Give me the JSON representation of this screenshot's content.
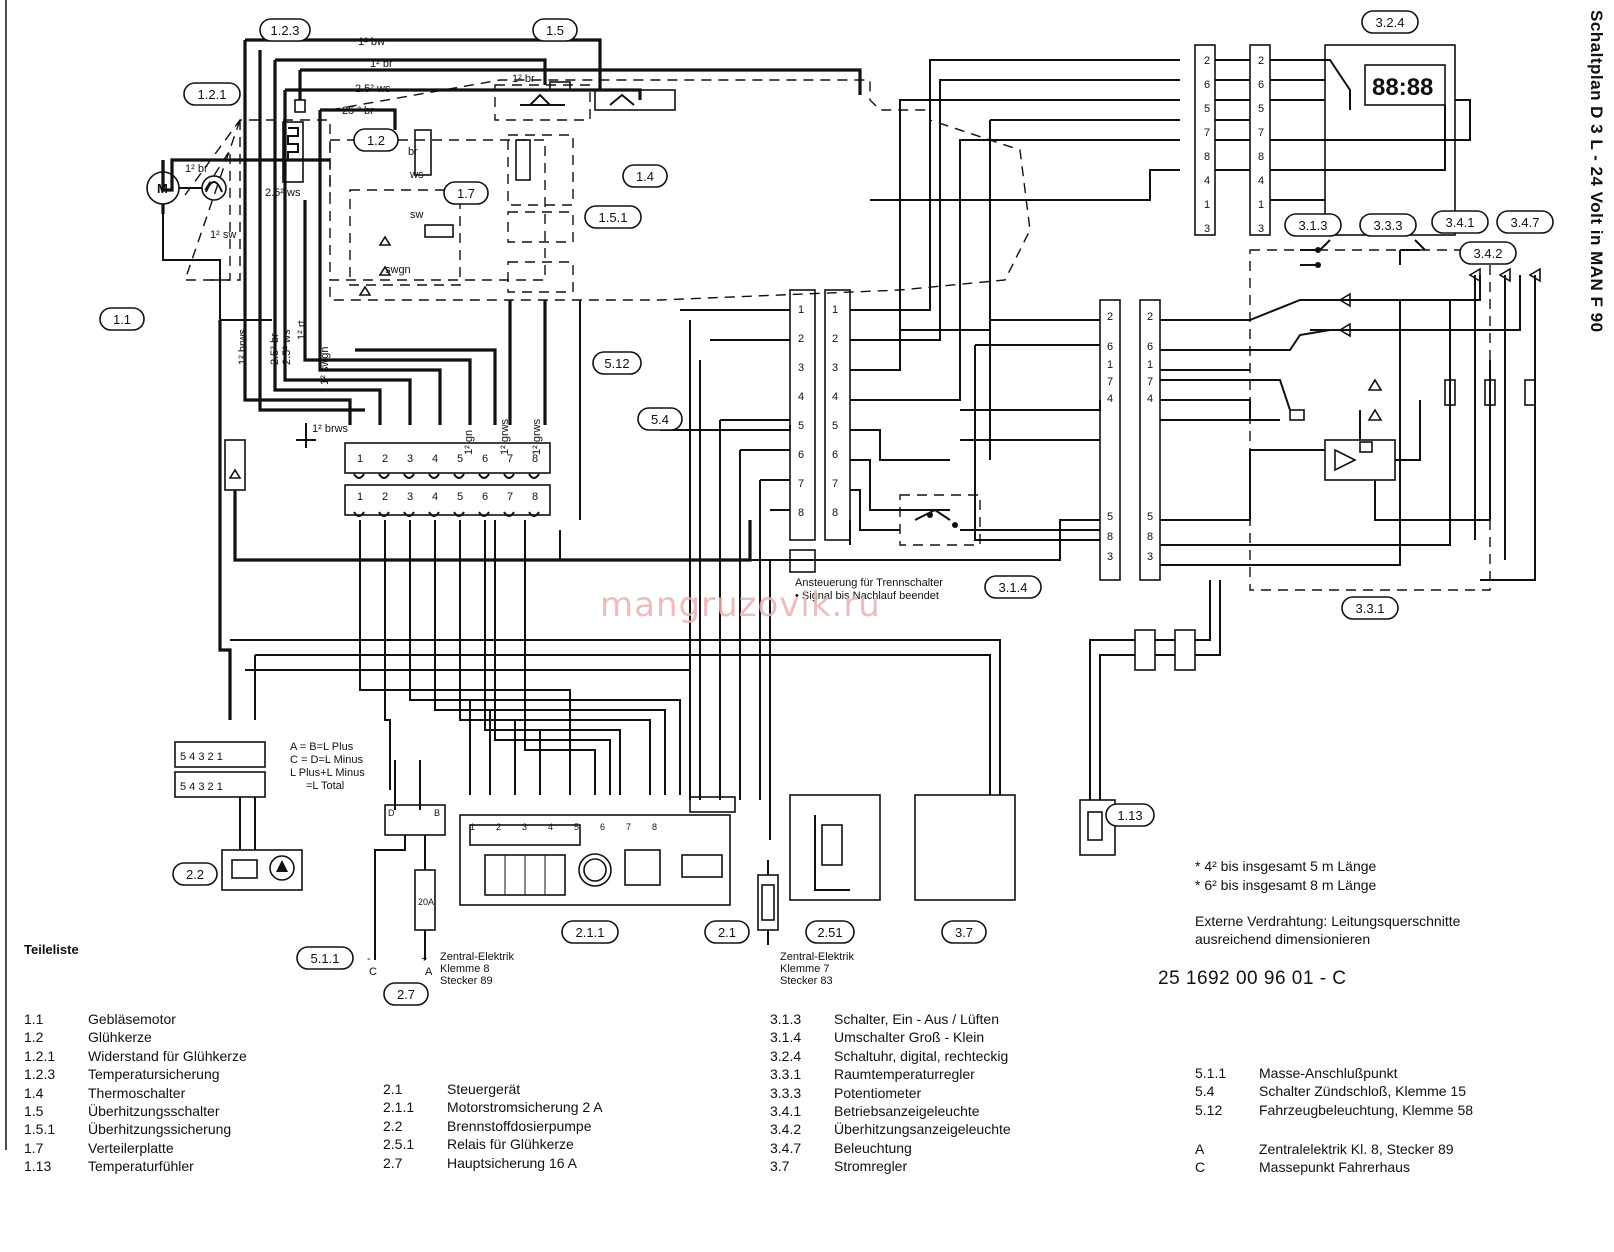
{
  "title": "Schaltplan D 3 L - 24 Volt in MAN F 90",
  "watermark": "mangruzovik.ru",
  "callouts": {
    "c_1_2_3": "1.2.3",
    "c_1_5": "1.5",
    "c_1_2_1": "1.2.1",
    "c_1_2": "1.2",
    "c_1_7": "1.7",
    "c_1_5_1": "1.5.1",
    "c_1_4": "1.4",
    "c_1_1": "1.1",
    "c_3_2_4": "3.2.4",
    "c_3_1_3": "3.1.3",
    "c_3_3_3": "3.3.3",
    "c_3_4_1": "3.4.1",
    "c_3_4_7": "3.4.7",
    "c_3_4_2": "3.4.2",
    "c_5_12": "5.12",
    "c_5_4": "5.4",
    "c_3_1_4": "3.1.4",
    "c_3_3_1": "3.3.1",
    "c_2_2": "2.2",
    "c_1_13": "1.13",
    "c_5_1_1": "5.1.1",
    "c_2_7": "2.7",
    "c_2_1_1": "2.1.1",
    "c_2_1": "2.1",
    "c_2_5_1": "2.51",
    "c_3_7": "3.7"
  },
  "wire_labels": {
    "w1": "1² bw",
    "w2": "1² br",
    "w3": "2.5² ws",
    "w4": "25 ² br",
    "w5": "1² br",
    "w6": "1² br",
    "w7": "2.5² ws",
    "w8": "1² sw",
    "w9": "1² brws",
    "w10": "2.5² br",
    "w11": "2.5² ws",
    "w12": "1² rt",
    "w13": "1² swgn",
    "w14": "1² gn",
    "w15": "1² grws",
    "w16": "1² grws",
    "w17": "1² brws",
    "w18": "br",
    "w19": "ws",
    "w20": "sw",
    "w21": "swgn"
  },
  "motor_label": "M",
  "clock_display": "88:88",
  "connector_pins": [
    "1",
    "2",
    "3",
    "4",
    "5",
    "6",
    "7",
    "8"
  ],
  "legend_abc": [
    "A = B=L Plus",
    "C = D=L Minus",
    "L Plus+L Minus",
    "=L Total"
  ],
  "trennschalter_note": [
    "Ansteuerung für Trennschalter",
    "• Signal bis Nachlauf beendet"
  ],
  "zentral_8": [
    "Zentral-Elektrik",
    "Klemme 8",
    "Stecker 89"
  ],
  "zentral_7": [
    "Zentral-Elektrik",
    "Klemme 7",
    "Stecker 83"
  ],
  "small_pins": {
    "p_d": "D",
    "p_b": "B",
    "p_c": "C",
    "p_a": "A",
    "p_minus": "-",
    "p_plus": "+",
    "fuse_a": "20A"
  },
  "notes": {
    "n1": "* 4² bis insgesamt 5 m Länge",
    "n2": "* 6² bis insgesamt 8 m Länge",
    "n3": "Externe Verdrahtung: Leitungsquerschnitte",
    "n4": "ausreichend dimensionieren"
  },
  "doc_number": "25 1692 00 96 01 - C",
  "parts_title": "Teileliste",
  "parts_col1": [
    {
      "id": "1.1",
      "name": "Gebläsemotor"
    },
    {
      "id": "1.2",
      "name": "Glühkerze"
    },
    {
      "id": "1.2.1",
      "name": "Widerstand für Glühkerze"
    },
    {
      "id": "1.2.3",
      "name": "Temperatursicherung"
    },
    {
      "id": "1.4",
      "name": "Thermoschalter"
    },
    {
      "id": "1.5",
      "name": "Überhitzungsschalter"
    },
    {
      "id": "1.5.1",
      "name": "Überhitzungssicherung"
    },
    {
      "id": "1.7",
      "name": "Verteilerplatte"
    },
    {
      "id": "1.13",
      "name": "Temperaturfühler"
    }
  ],
  "parts_col2": [
    {
      "id": "2.1",
      "name": "Steuergerät"
    },
    {
      "id": "2.1.1",
      "name": "Motorstromsicherung 2 A"
    },
    {
      "id": "2.2",
      "name": "Brennstoffdosierpumpe"
    },
    {
      "id": "2.5.1",
      "name": "Relais für Glühkerze"
    },
    {
      "id": "2.7",
      "name": "Hauptsicherung 16 A"
    }
  ],
  "parts_col3": [
    {
      "id": "3.1.3",
      "name": "Schalter, Ein - Aus / Lüften"
    },
    {
      "id": "3.1.4",
      "name": "Umschalter Groß - Klein"
    },
    {
      "id": "3.2.4",
      "name": "Schaltuhr, digital, rechteckig"
    },
    {
      "id": "3.3.1",
      "name": "Raumtemperaturregler"
    },
    {
      "id": "3.3.3",
      "name": "Potentiometer"
    },
    {
      "id": "3.4.1",
      "name": "Betriebsanzeigeleuchte"
    },
    {
      "id": "3.4.2",
      "name": "Überhitzungsanzeigeleuchte"
    },
    {
      "id": "3.4.7",
      "name": "Beleuchtung"
    },
    {
      "id": "3.7",
      "name": "Stromregler"
    }
  ],
  "parts_col4": [
    {
      "id": "5.1.1",
      "name": "Masse-Anschlußpunkt"
    },
    {
      "id": "5.4",
      "name": "Schalter Zündschloß, Klemme 15"
    },
    {
      "id": "5.12",
      "name": "Fahrzeugbeleuchtung, Klemme 58"
    }
  ],
  "parts_col5": [
    {
      "id": "A",
      "name": "Zentralelektrik Kl. 8, Stecker 89"
    },
    {
      "id": "C",
      "name": "Massepunkt Fahrerhaus"
    }
  ]
}
